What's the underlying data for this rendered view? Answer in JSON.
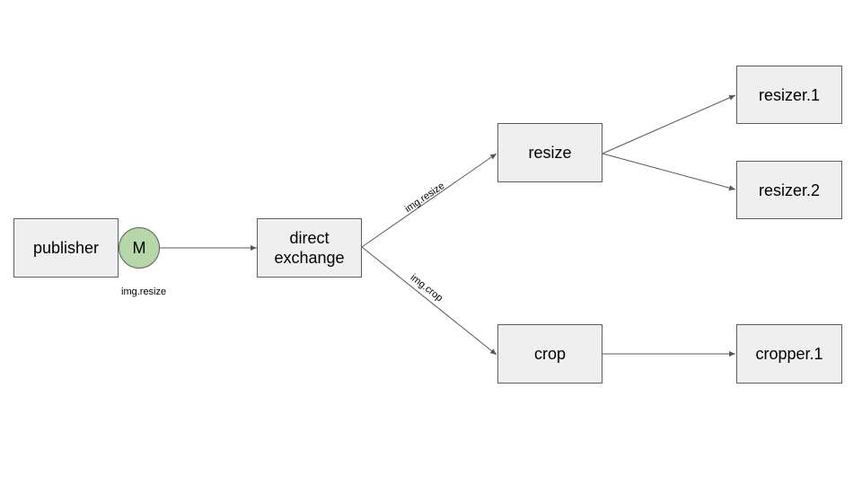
{
  "diagram": {
    "nodes": {
      "publisher": "publisher",
      "exchange_line1": "direct",
      "exchange_line2": "exchange",
      "resize": "resize",
      "crop": "crop",
      "resizer1": "resizer.1",
      "resizer2": "resizer.2",
      "cropper1": "cropper.1"
    },
    "message": {
      "letter": "M",
      "routing_key": "img.resize"
    },
    "edges": {
      "to_resize_label": "img.resize",
      "to_crop_label": "img.crop"
    },
    "colors": {
      "box_fill": "#efefef",
      "box_border": "#5f5f5f",
      "message_fill": "#b6d7a8",
      "arrow": "#595959"
    }
  }
}
